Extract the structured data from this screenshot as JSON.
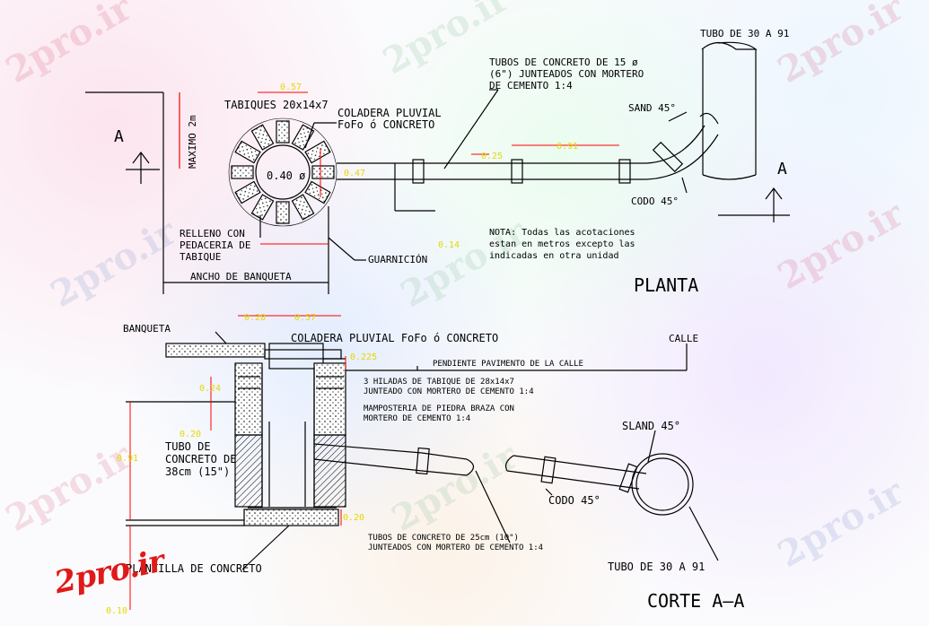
{
  "watermark": {
    "text": "2pro.ir"
  },
  "logo": {
    "text": "2pro.ir"
  },
  "plan": {
    "section_marker_left": "A",
    "section_marker_right": "A",
    "dim_057": "0.57",
    "dim_maximo": "MAXIMO 2m",
    "tabiques": "TABIQUES 20x14x7",
    "coladera_line1": "COLADERA PLUVIAL",
    "coladera_line2": "FoFo ó CONCRETO",
    "dim_040": "0.40 ø",
    "dim_047": "0.47",
    "dim_025": "0.25",
    "tubos_line1": "TUBOS DE CONCRETO DE 15 ø",
    "tubos_line2": "(6\") JUNTEADOS CON MORTERO",
    "tubos_line3": "DE CEMENTO 1:4",
    "tubo_30": "TUBO DE 30 A 91",
    "sand_45": "SAND 45°",
    "dim_091": "0.91",
    "codo_45": "CODO 45°",
    "relleno_line1": "RELLENO CON",
    "relleno_line2": "PEDACERIA DE",
    "relleno_line3": "TABIQUE",
    "dim_014": "0.14",
    "guarnicion": "GUARNICIÓN",
    "ancho": "ANCHO DE BANQUETA",
    "nota_line1": "NOTA: Todas las acotaciones",
    "nota_line2": "estan en metros excepto las",
    "nota_line3": "indicadas en otra unidad",
    "title": "PLANTA"
  },
  "section": {
    "banqueta": "BANQUETA",
    "dim_028": "0.28",
    "dim_057": "0.57",
    "coladera": "COLADERA PLUVIAL FoFo ó CONCRETO",
    "calle": "CALLE",
    "dim_0225": "0.225",
    "pendiente": "PENDIENTE PAVIMENTO DE LA CALLE",
    "hiladas_line1": "3 HILADAS DE TABIQUE DE 28x14x7",
    "hiladas_line2": "JUNTEADO CON MORTERO DE CEMENTO 1:4",
    "dim_024": "0.24",
    "mamposteria_line1": "MAMPOSTERIA DE PIEDRA BRAZA CON",
    "mamposteria_line2": "MORTERO DE CEMENTO 1:4",
    "dim_020": "0.20",
    "dim_091": "0.91",
    "tubo_line1": "TUBO DE",
    "tubo_line2": "CONCRETO DE",
    "tubo_line3": "38cm (15\")",
    "sland_45": "SLAND 45°",
    "codo_45": "CODO 45°",
    "dim_020b": "0.20",
    "tubos25_line1": "TUBOS DE CONCRETO DE 25cm (10\")",
    "tubos25_line2": "JUNTEADOS CON MORTERO DE CEMENTO 1:4",
    "plantilla": "PLANTILLA DE CONCRETO",
    "tubo_30": "TUBO DE 30 A 91",
    "dim_010": "0.10",
    "title": "CORTE A—A"
  },
  "colors": {
    "line": "#000000",
    "dimension": "#ff0000",
    "dim_text": "#e8e800",
    "logo": "#e01919"
  }
}
